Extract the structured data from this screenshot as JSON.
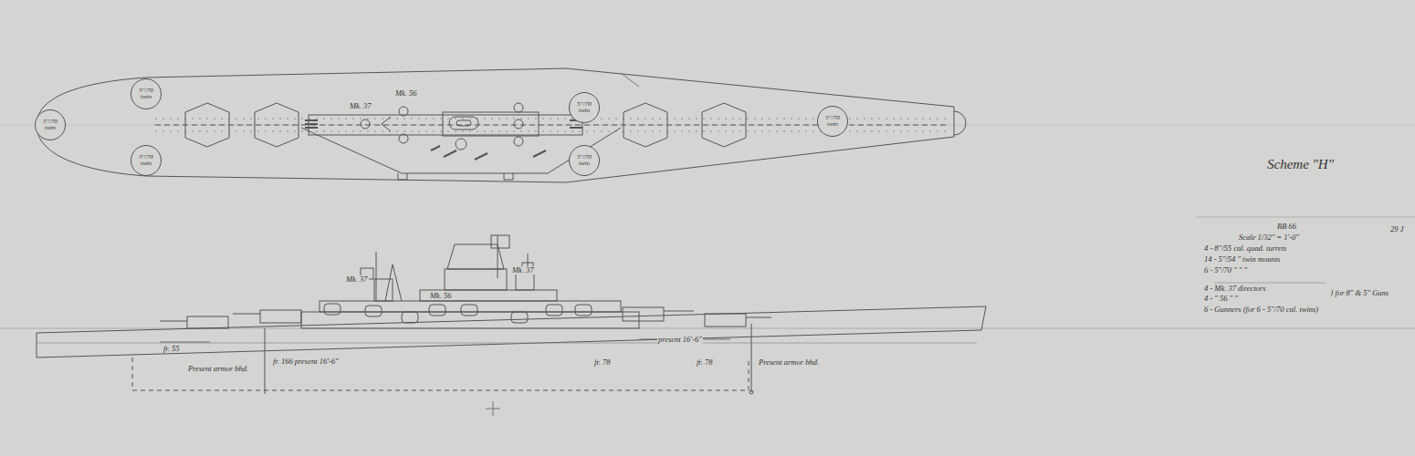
{
  "diagram": {
    "title": "Scheme \"H\"",
    "nodes": [
      {
        "text": [
          "5\"/70 twin"
        ]
      },
      {
        "text": [
          "5\"/70 twin"
        ]
      },
      {
        "text": [
          "5\"/70 twin"
        ]
      },
      {
        "text": [
          "5\"/70 twin"
        ]
      },
      {
        "text": [
          "5\"/70 twin"
        ]
      },
      {
        "text": [
          "5\"/70 twin"
        ]
      }
    ],
    "labels": [
      "BB 66",
      "Scale 1/32\" = 1'-0\"",
      "29 J",
      "4 - 8\"/55 cal. quad. turrets",
      "14 - 5\"/54 \" twin mounts",
      "6 - 5\"/70 \" \" \"",
      "4 - Mk. 37 directors",
      "4 - \" 56 \" \"",
      "} for 8\" & 5\" Guns",
      "6 - Gunners (for 6 - 5\"/70 cal. twins)",
      "Mk. 37",
      "Mk. 56",
      "Mk. 37",
      "Mk. 56",
      "Mk. 37",
      "fr. 55",
      "Present armor bhd.",
      "fr. 166 present 16'-6\"",
      "present 16'-6\"",
      "fr. 78",
      "fr. 78",
      "Present armor bhd."
    ]
  }
}
